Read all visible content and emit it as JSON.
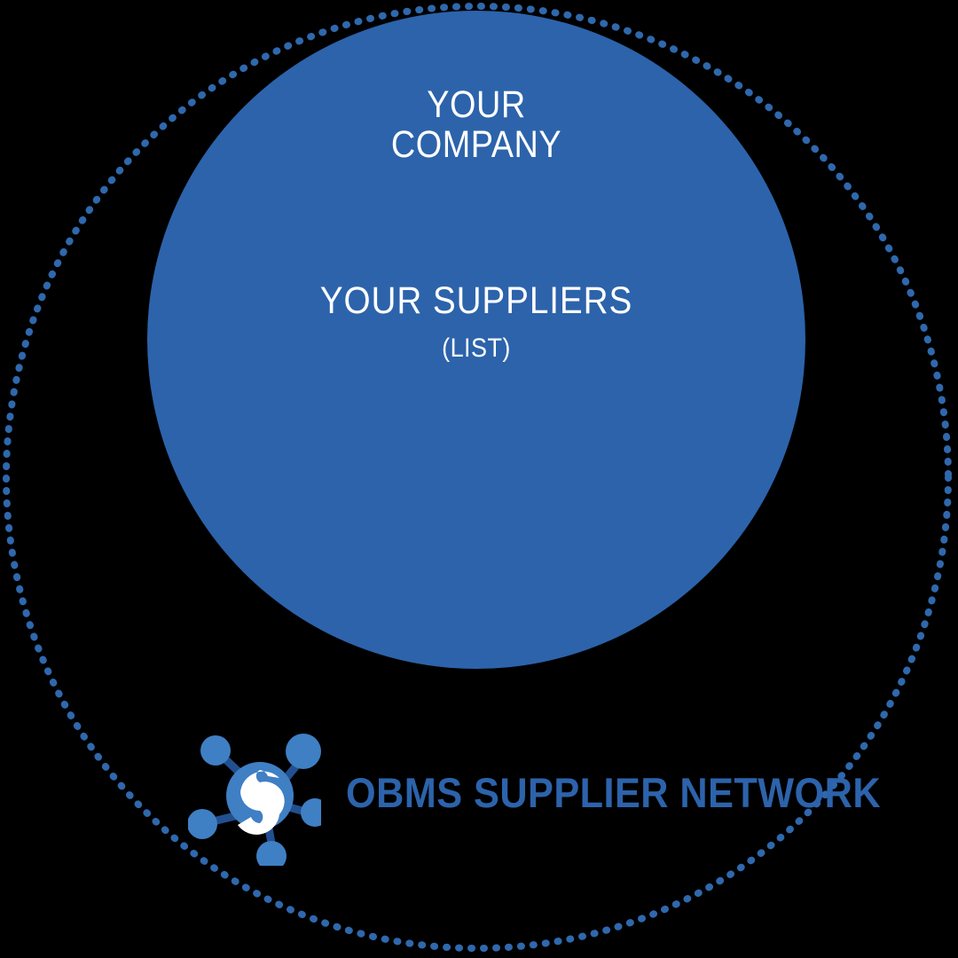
{
  "diagram": {
    "type": "concentric-circles",
    "background_color": "#000000",
    "title": "OBMS Supplier Network",
    "outer_ring": {
      "name": "OBMS Supplier Network",
      "style": "dotted",
      "color": "#2f68ad",
      "label": "OBMS SUPPLIER NETWORK"
    },
    "inner_circle": {
      "fill_color": "#2c63ab",
      "text_color": "#ffffff",
      "company_line1": "YOUR",
      "company_line2": "COMPANY",
      "suppliers_title": "YOUR SUPPLIERS",
      "suppliers_subtitle": "(LIST)"
    },
    "logo": {
      "icon_name": "obms-network-node-icon",
      "letter": "S",
      "hub_color": "#3f7fc4",
      "node_color": "#3f7fc4",
      "link_color": "#224f8f",
      "letter_color": "#ffffff",
      "node_count": 5
    }
  }
}
